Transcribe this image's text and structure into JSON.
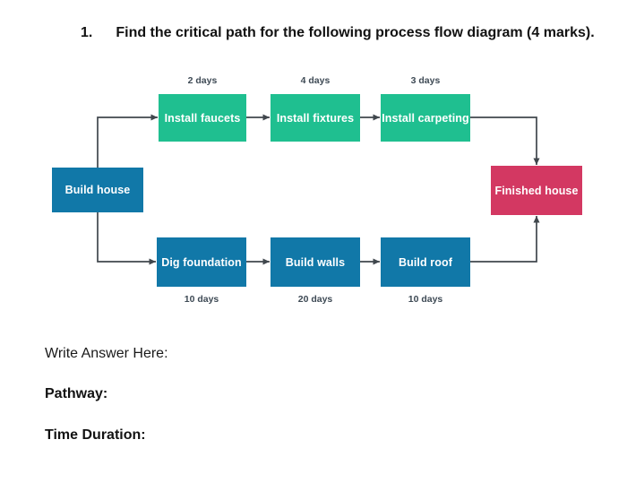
{
  "question": {
    "number": "1.",
    "text": "Find the critical path for the following process flow diagram (4 marks)."
  },
  "diagram": {
    "nodes": [
      {
        "id": "build-house",
        "label": "Build house",
        "color": "#1178A8"
      },
      {
        "id": "install-faucets",
        "label": "Install faucets",
        "duration": "2 days",
        "color": "#1FBF90"
      },
      {
        "id": "install-fixtures",
        "label": "Install fixtures",
        "duration": "4 days",
        "color": "#1FBF90"
      },
      {
        "id": "install-carpeting",
        "label": "Install carpeting",
        "duration": "3 days",
        "color": "#1FBF90"
      },
      {
        "id": "dig-foundation",
        "label": "Dig foundation",
        "duration": "10 days",
        "color": "#1178A8"
      },
      {
        "id": "build-walls",
        "label": "Build walls",
        "duration": "20 days",
        "color": "#1178A8"
      },
      {
        "id": "build-roof",
        "label": "Build roof",
        "duration": "10 days",
        "color": "#1178A8"
      },
      {
        "id": "finished-house",
        "label": "Finished house",
        "color": "#D33862"
      }
    ],
    "edges": [
      {
        "from": "build-house",
        "to": "install-faucets"
      },
      {
        "from": "install-faucets",
        "to": "install-fixtures"
      },
      {
        "from": "install-fixtures",
        "to": "install-carpeting"
      },
      {
        "from": "install-carpeting",
        "to": "finished-house"
      },
      {
        "from": "build-house",
        "to": "dig-foundation"
      },
      {
        "from": "dig-foundation",
        "to": "build-walls"
      },
      {
        "from": "build-walls",
        "to": "build-roof"
      },
      {
        "from": "build-roof",
        "to": "finished-house"
      }
    ],
    "arrow_color": "#40474D"
  },
  "answer_section": {
    "prompt": "Write Answer Here:",
    "pathway_label": "Pathway:",
    "time_duration_label": "Time Duration:"
  }
}
